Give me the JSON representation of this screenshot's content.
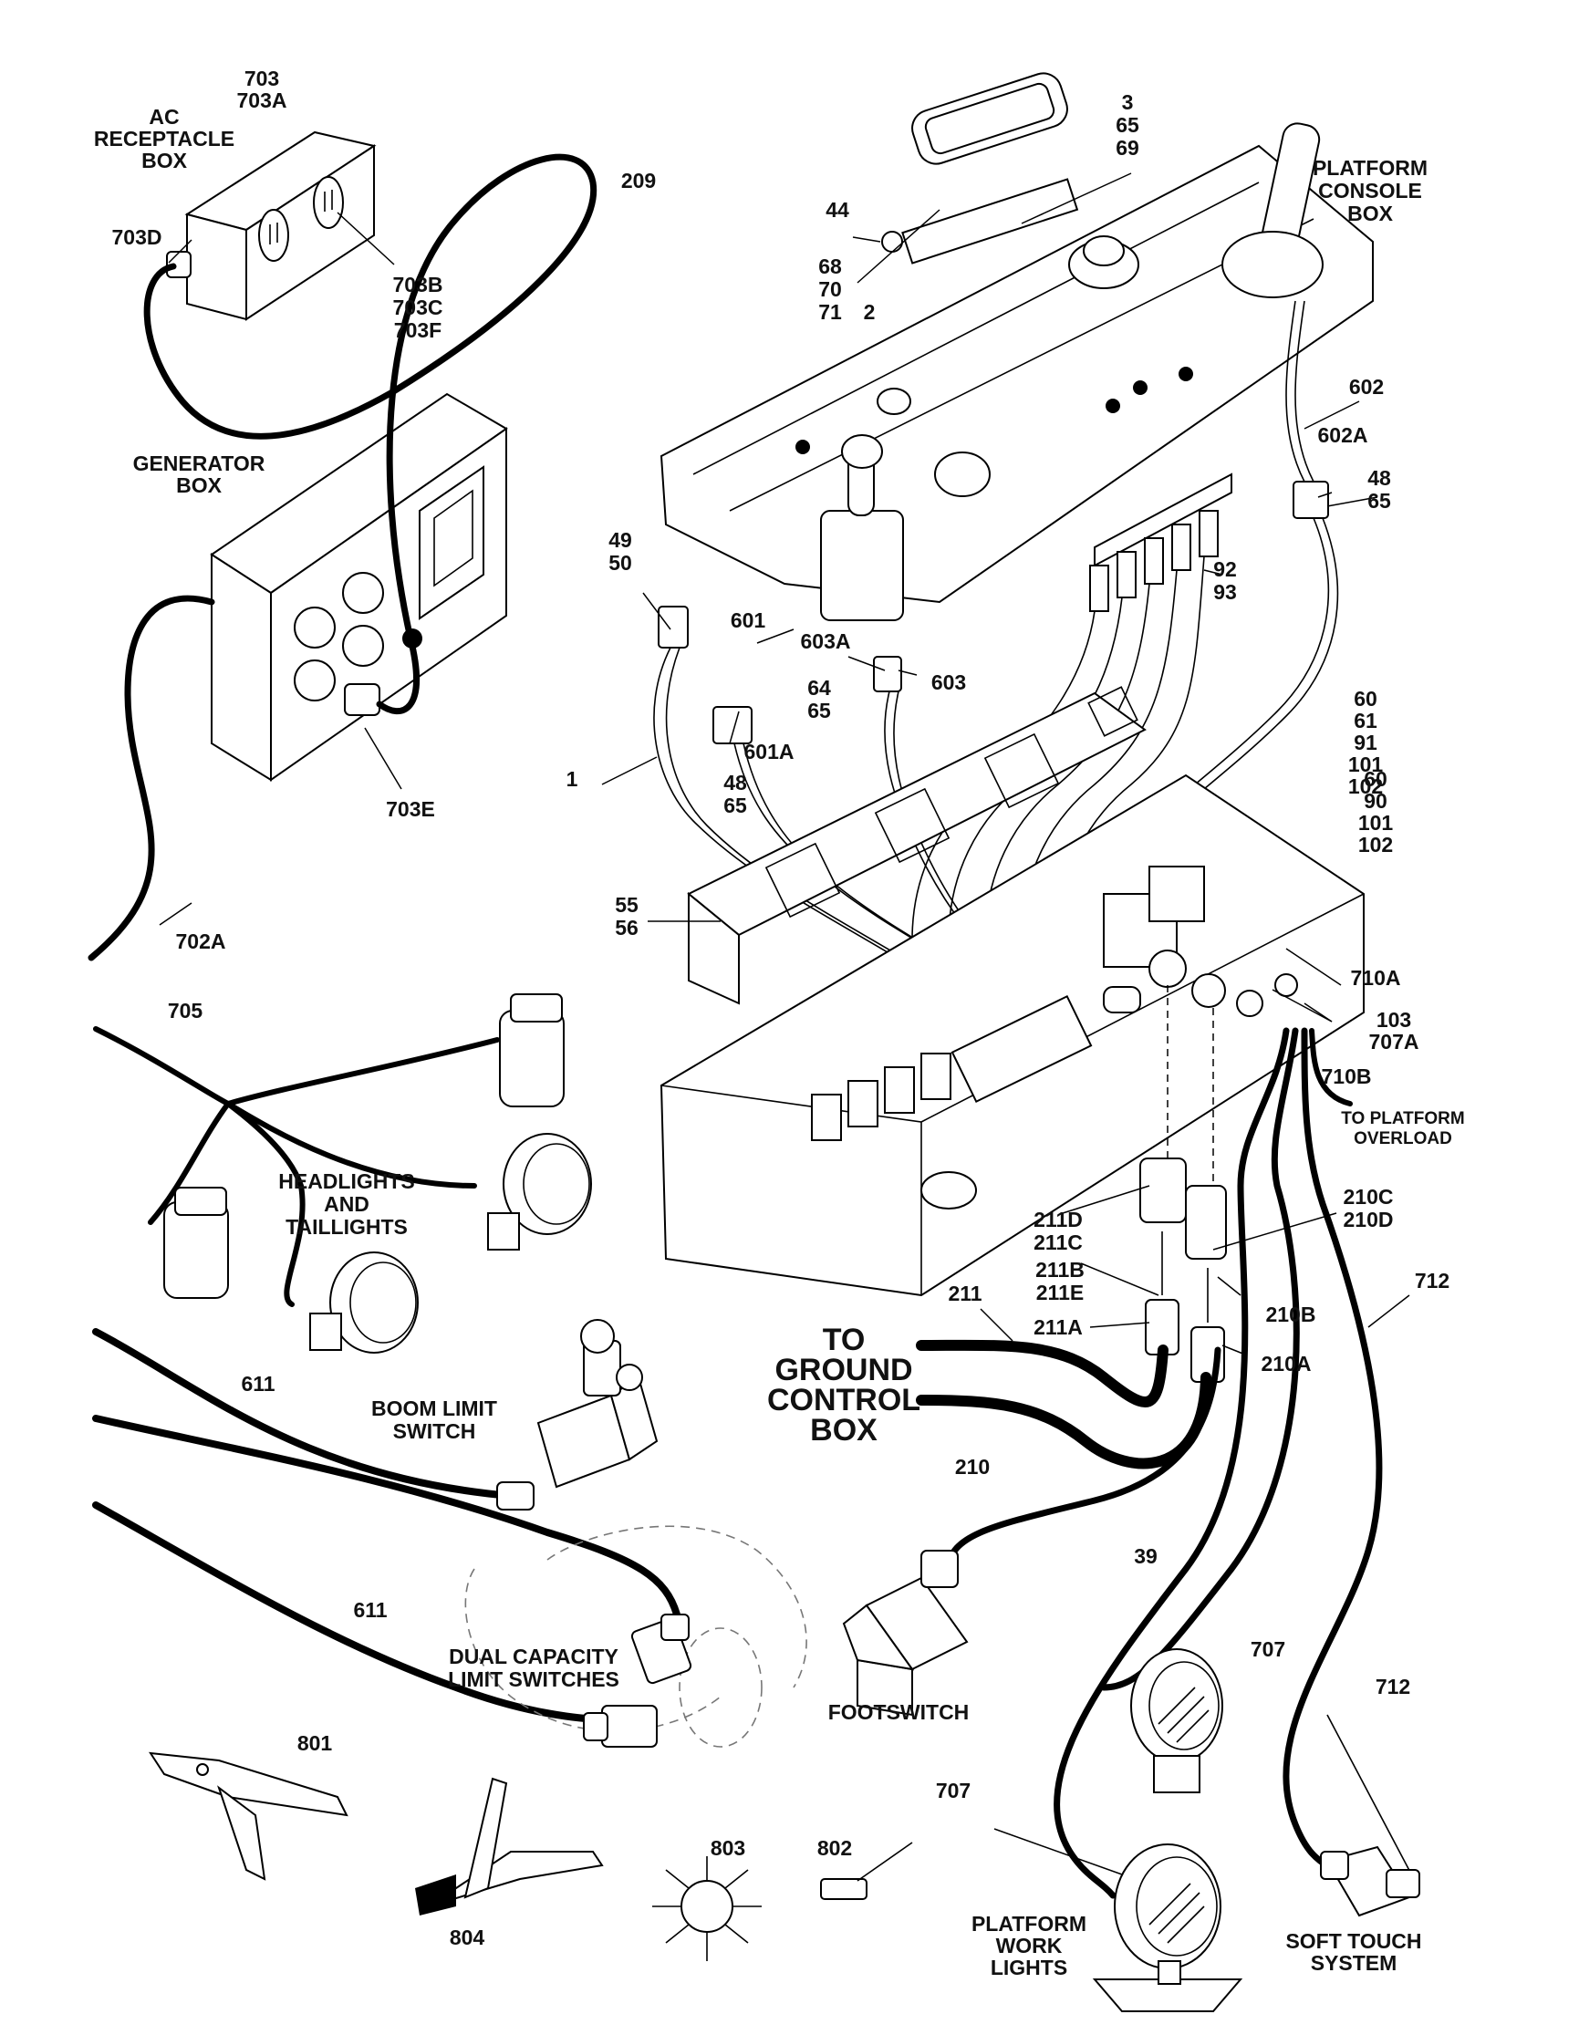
{
  "labels": {
    "l703_703a": [
      "703",
      "703A"
    ],
    "ac_receptacle_box": [
      "AC",
      "RECEPTACLE",
      "BOX"
    ],
    "l703d": "703D",
    "l703b_c_f": [
      "703B",
      "703C",
      "703F"
    ],
    "l209": "209",
    "generator_box": [
      "GENERATOR",
      "BOX"
    ],
    "l703e": "703E",
    "l702a": "702A",
    "l3_65_69": [
      "3",
      "65",
      "69"
    ],
    "l44": "44",
    "l68_70_71": [
      "68",
      "70",
      "71"
    ],
    "l2": "2",
    "platform_console_box": [
      "PLATFORM",
      "CONSOLE",
      "BOX"
    ],
    "l602": "602",
    "l602a": "602A",
    "l48_65_top": [
      "48",
      "65"
    ],
    "l49_50": [
      "49",
      "50"
    ],
    "l92_93": [
      "92",
      "93"
    ],
    "l601": "601",
    "l603a": "603A",
    "l603": "603",
    "l64_65": [
      "64",
      "65"
    ],
    "l1": "1",
    "l601a": "601A",
    "l48_65_mid": [
      "48",
      "65"
    ],
    "l60_61_91_101_102": [
      "60",
      "61",
      "91",
      "101",
      "102"
    ],
    "l60_90_101_102": [
      "60",
      "90",
      "101",
      "102"
    ],
    "l55_56": [
      "55",
      "56"
    ],
    "l710a": "710A",
    "l103_707a": [
      "103",
      "707A"
    ],
    "l710b": "710B",
    "to_platform_overload": [
      "TO PLATFORM",
      "OVERLOAD"
    ],
    "l705": "705",
    "headlights_taillights": [
      "HEADLIGHTS",
      "AND",
      "TAILLIGHTS"
    ],
    "l211d_211c": [
      "211D",
      "211C"
    ],
    "l210c_210d": [
      "210C",
      "210D"
    ],
    "l211b_211e": [
      "211B",
      "211E"
    ],
    "l211": "211",
    "l712_top": "712",
    "l211a": "211A",
    "l210b": "210B",
    "l210a": "210A",
    "to_ground_control_box": [
      "TO",
      "GROUND",
      "CONTROL",
      "BOX"
    ],
    "l210": "210",
    "l611_top": "611",
    "boom_limit_switch": [
      "BOOM LIMIT",
      "SWITCH"
    ],
    "l39": "39",
    "l611_bottom": "611",
    "dual_capacity_limit_switches": [
      "DUAL CAPACITY",
      "LIMIT SWITCHES"
    ],
    "l707_top": "707",
    "l712_bottom": "712",
    "footswitch": "FOOTSWITCH",
    "l801": "801",
    "l707_bottom": "707",
    "l803": "803",
    "l802": "802",
    "l804": "804",
    "platform_work_lights": [
      "PLATFORM",
      "WORK",
      "LIGHTS"
    ],
    "soft_touch_system": [
      "SOFT TOUCH",
      "SYSTEM"
    ]
  }
}
